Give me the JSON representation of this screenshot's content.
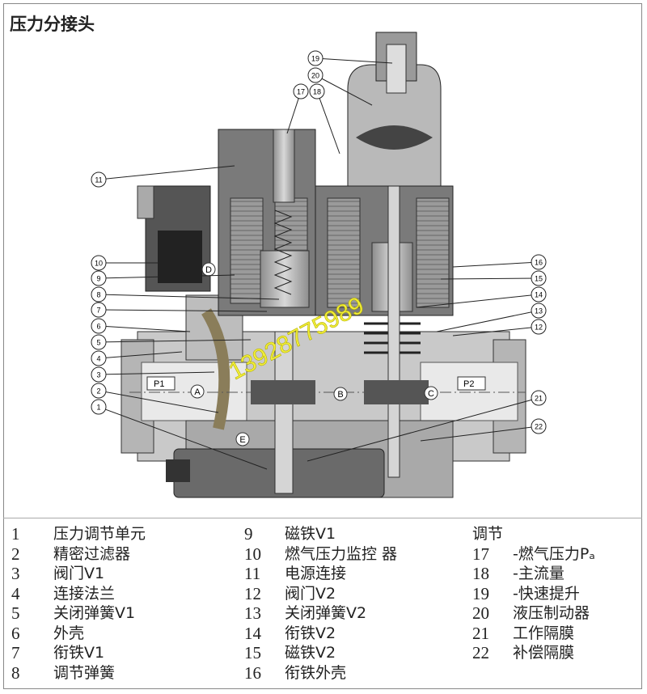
{
  "title": "压力分接头",
  "watermark": "13928775989",
  "diagram": {
    "chamber_labels": [
      "A",
      "B",
      "C",
      "D",
      "E"
    ],
    "inlet_label": "P1",
    "outlet_label": "P2",
    "callouts": [
      "1",
      "2",
      "3",
      "4",
      "5",
      "6",
      "7",
      "8",
      "9",
      "10",
      "11",
      "12",
      "13",
      "14",
      "15",
      "16",
      "17",
      "18",
      "19",
      "20",
      "21",
      "22"
    ]
  },
  "legend": {
    "column1": [
      {
        "num": "1",
        "text": "压力调节单元"
      },
      {
        "num": "2",
        "text": "精密过滤器"
      },
      {
        "num": "3",
        "text": "阀门V1"
      },
      {
        "num": "4",
        "text": "连接法兰"
      },
      {
        "num": "5",
        "text": "关闭弹簧V1"
      },
      {
        "num": "6",
        "text": "外壳"
      },
      {
        "num": "7",
        "text": "衔铁V1"
      },
      {
        "num": "8",
        "text": "调节弹簧"
      }
    ],
    "column2": [
      {
        "num": "9",
        "text": "磁铁V1"
      },
      {
        "num": "10",
        "text": "燃气压力监控 器"
      },
      {
        "num": "11",
        "text": "电源连接"
      },
      {
        "num": "12",
        "text": "阀门V2"
      },
      {
        "num": "13",
        "text": "关闭弹簧V2"
      },
      {
        "num": "14",
        "text": "衔铁V2"
      },
      {
        "num": "15",
        "text": "磁铁V2"
      },
      {
        "num": "16",
        "text": "衔铁外壳"
      }
    ],
    "column3_heading": "调节",
    "column3": [
      {
        "num": "17",
        "text": "-燃气压力Pₐ"
      },
      {
        "num": "18",
        "text": "-主流量"
      },
      {
        "num": "19",
        "text": "-快速提升"
      },
      {
        "num": "20",
        "text": "液压制动器"
      },
      {
        "num": "21",
        "text": "工作隔膜"
      },
      {
        "num": "22",
        "text": "补偿隔膜"
      }
    ]
  }
}
